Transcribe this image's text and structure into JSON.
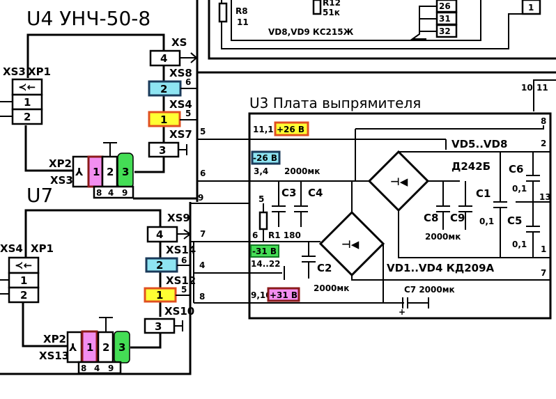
{
  "top": {
    "r8": "R8",
    "r8_n": "11",
    "r12": "R12",
    "r12_val": "51к",
    "diodes": "VD8,VD9  КС215Ж",
    "pins": [
      "26",
      "31",
      "32"
    ],
    "pin_right": "1",
    "pins_far": [
      "10",
      "11"
    ]
  },
  "u4": {
    "title": "U4  УНЧ-50-8",
    "xs": "XS",
    "xs8": "XS8",
    "xs4": "XS4",
    "xs7": "XS7",
    "xs3": "XS3",
    "xp1": "XP1",
    "xp2": "XP2",
    "xs3b": "XS3",
    "p4": "4",
    "p2": "2",
    "p1": "1",
    "p3": "3",
    "n6": "6",
    "n5": "5",
    "xp1_pins": [
      "1",
      "2"
    ],
    "xp2_pins": [
      "1",
      "2",
      "3"
    ],
    "xp2_sub": [
      "8",
      "4",
      "9"
    ]
  },
  "u7": {
    "title": "U7",
    "xs9": "XS9",
    "xs14": "XS14",
    "xs12": "XS12",
    "xs10": "XS10",
    "xs4": "XS4",
    "xp1": "XP1",
    "xp2": "XP2",
    "xs13": "XS13",
    "p4": "4",
    "p2": "2",
    "p1": "1",
    "p3": "3",
    "n6": "6",
    "n5": "5",
    "xp1_pins": [
      "1",
      "2"
    ],
    "xp2_pins": [
      "1",
      "2",
      "3"
    ],
    "xp2_sub": [
      "8",
      "4",
      "9"
    ]
  },
  "wires": {
    "w5": "5",
    "w6": "6",
    "w9": "9",
    "w7": "7",
    "w4": "4",
    "w8": "8"
  },
  "u3": {
    "title": "U3 Плата выпрямителя",
    "pin_1112": "11,12",
    "v_p26": "+26 В",
    "v_m26": "-26 В",
    "pin_34": "3,4",
    "cap_c34": "2000мк",
    "c3": "C3",
    "c4": "C4",
    "n5": "5",
    "n6": "6",
    "r1": "R1 180",
    "v_m31": "-31 В",
    "pin_1422": "14..22",
    "pin_910": "9,10",
    "v_p31": "+31 В",
    "c2": "C2",
    "c2_val": "2000мк",
    "vd58": "VD5..VD8",
    "d242": "Д242Б",
    "c1": "C1",
    "c1_val": "0,1",
    "c6": "C6",
    "c6_val": "0,1",
    "c5": "C5",
    "c5_val": "0,1",
    "c8": "C8",
    "c9": "C9",
    "c89_val": "2000мк",
    "vd14": "VD1..VD4  КД209А",
    "c7": "C7  2000мк",
    "pins_r": [
      "8",
      "2",
      "13",
      "1",
      "7"
    ]
  },
  "colors": {
    "orange": "#f4a020",
    "yellow": "#ffff33",
    "blue": "#8ee4f2",
    "green": "#44dd55",
    "pink": "#f28ef0",
    "darkred": "#8b1a1a",
    "navy": "#1a3a5a"
  }
}
